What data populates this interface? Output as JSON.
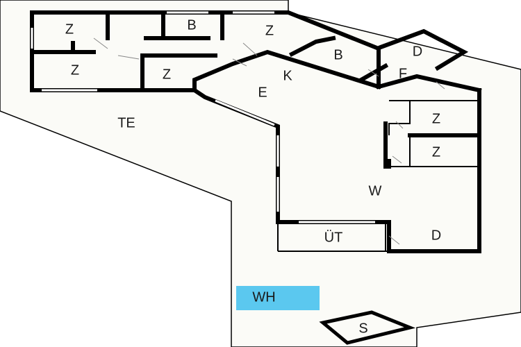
{
  "plan": {
    "rooms": [
      {
        "id": "z1",
        "label": "Z"
      },
      {
        "id": "b1",
        "label": "B"
      },
      {
        "id": "z2",
        "label": "Z"
      },
      {
        "id": "z3",
        "label": "Z"
      },
      {
        "id": "z4",
        "label": "Z"
      },
      {
        "id": "b2",
        "label": "B"
      },
      {
        "id": "d1",
        "label": "D"
      },
      {
        "id": "k",
        "label": "K"
      },
      {
        "id": "e",
        "label": "E"
      },
      {
        "id": "f",
        "label": "F"
      },
      {
        "id": "te",
        "label": "TE"
      },
      {
        "id": "z5",
        "label": "Z"
      },
      {
        "id": "z6",
        "label": "Z"
      },
      {
        "id": "w",
        "label": "W"
      },
      {
        "id": "ut",
        "label": "ÜT"
      },
      {
        "id": "d2",
        "label": "D"
      },
      {
        "id": "wh",
        "label": "WH"
      },
      {
        "id": "s",
        "label": "S"
      }
    ],
    "colors": {
      "floor": "#fbfbf7",
      "wall": "#000000",
      "highlight": "#5bc8ef"
    }
  }
}
